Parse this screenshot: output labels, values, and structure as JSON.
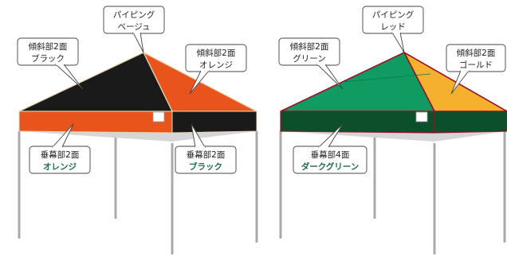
{
  "left_tent": {
    "piping": {
      "line1": "パイピング",
      "line2": "ベージュ",
      "color": "#e8d5b0"
    },
    "slope_left": {
      "line1": "傾斜部2面",
      "line2": "ブラック",
      "color": "#1a1a1a"
    },
    "slope_right": {
      "line1": "傾斜部2面",
      "line2": "オレンジ",
      "color": "#e8541c"
    },
    "curtain_left": {
      "line1": "垂幕部2面",
      "line2": "オレンジ",
      "color": "#e8541c"
    },
    "curtain_right": {
      "line1": "垂幕部2面",
      "line2": "ブラック",
      "color": "#1a1a1a"
    }
  },
  "right_tent": {
    "piping": {
      "line1": "パイピング",
      "line2": "レッド",
      "color": "#9a1024"
    },
    "slope_left": {
      "line1": "傾斜部2面",
      "line2": "グリーン",
      "color": "#0f9b62"
    },
    "slope_right": {
      "line1": "傾斜部2面",
      "line2": "ゴールド",
      "color": "#f5b12e"
    },
    "curtain": {
      "line1": "垂幕部4面",
      "line2": "ダークグリーン",
      "color": "#0b4f2c"
    }
  },
  "colors": {
    "frame": "#b9b9b9",
    "canopy_underside": "#d6d6d6",
    "label_green": "#1f6b4a"
  }
}
